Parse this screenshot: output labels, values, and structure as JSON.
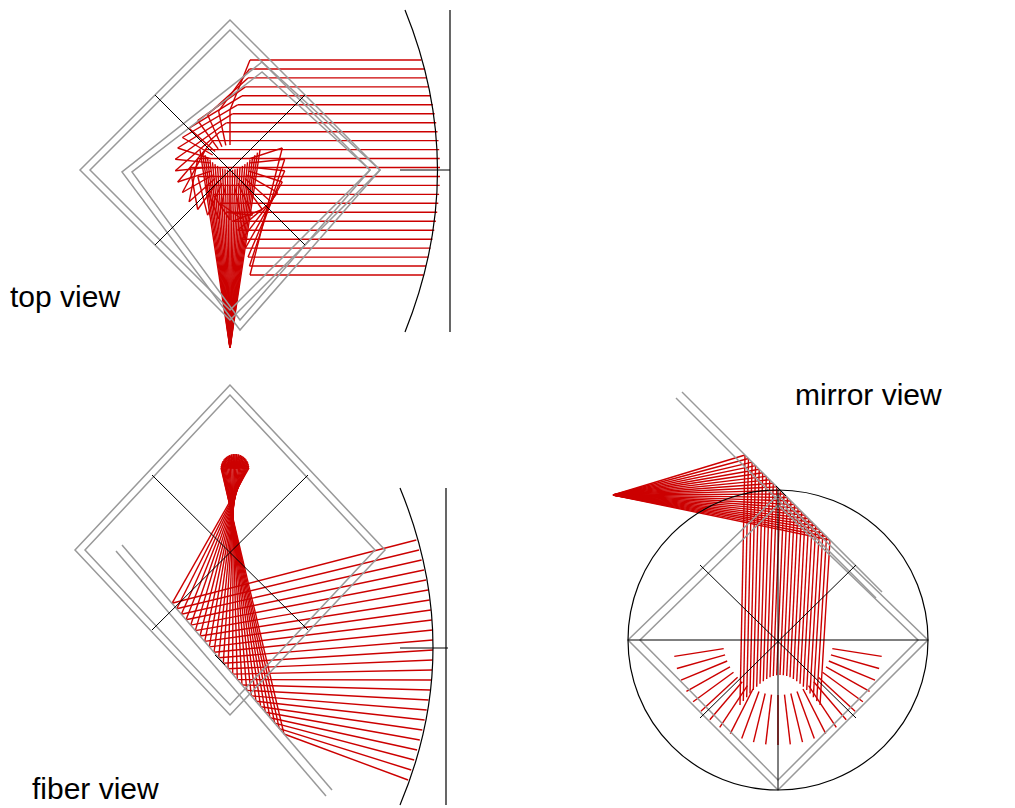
{
  "diagram": {
    "labels": [
      "top view",
      "fiber view",
      "mirror view"
    ]
  }
}
